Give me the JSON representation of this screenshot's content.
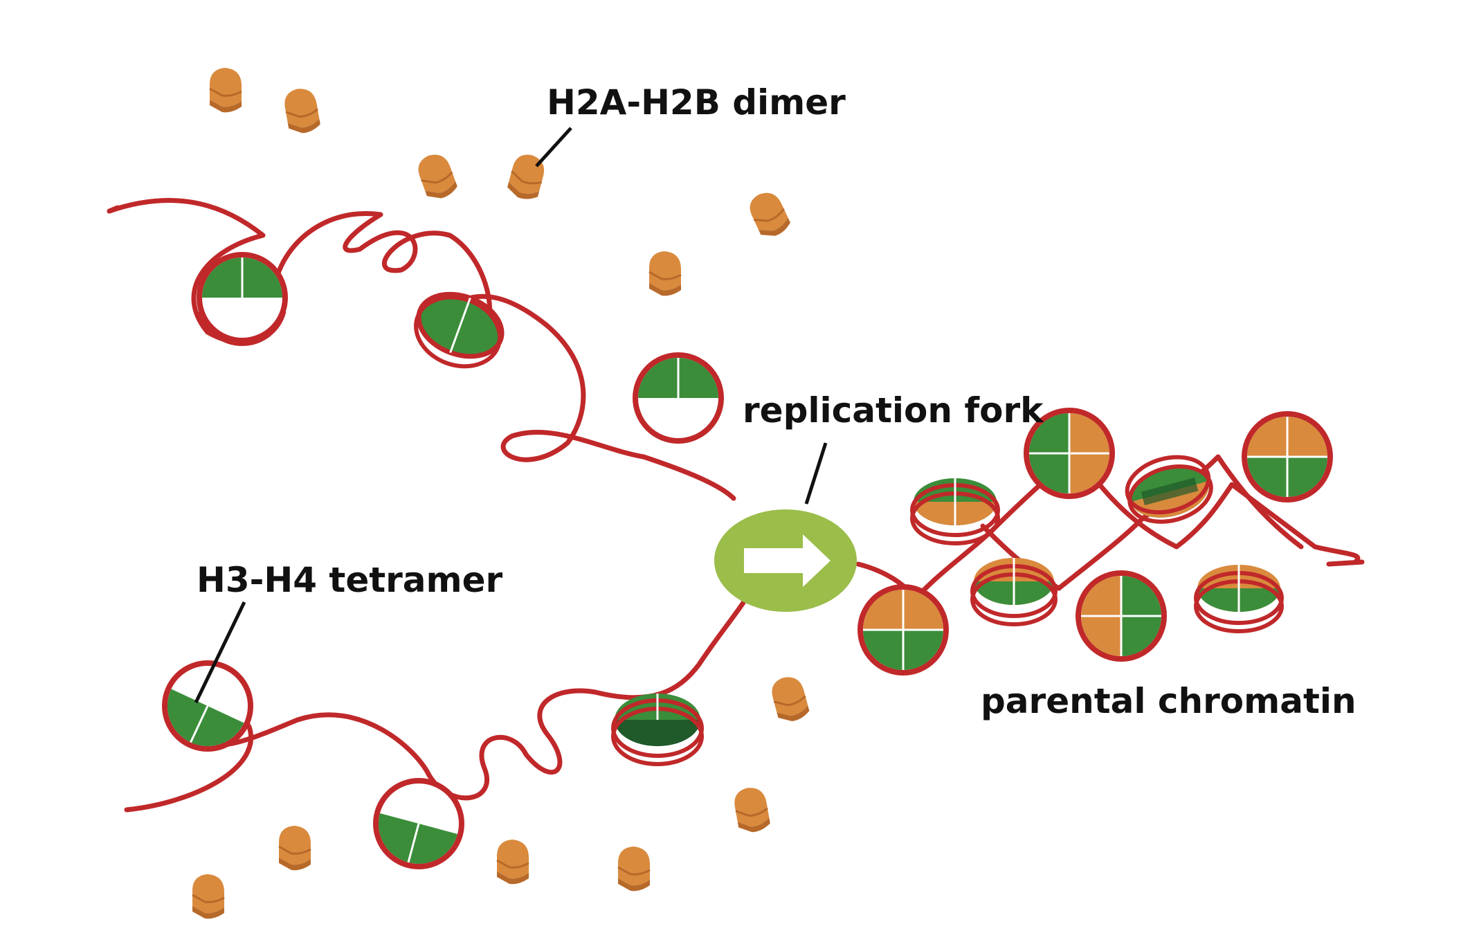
{
  "labels": {
    "dimer": "H2A-H2B dimer",
    "fork": "replication fork",
    "tetramer": "H3-H4 tetramer",
    "parental": "parental chromatin"
  },
  "colors": {
    "dna": "#c0282a",
    "h3h4": "#3b8d3a",
    "h2ah2b": "#d98a3d",
    "fork": "#9bbd4a"
  }
}
